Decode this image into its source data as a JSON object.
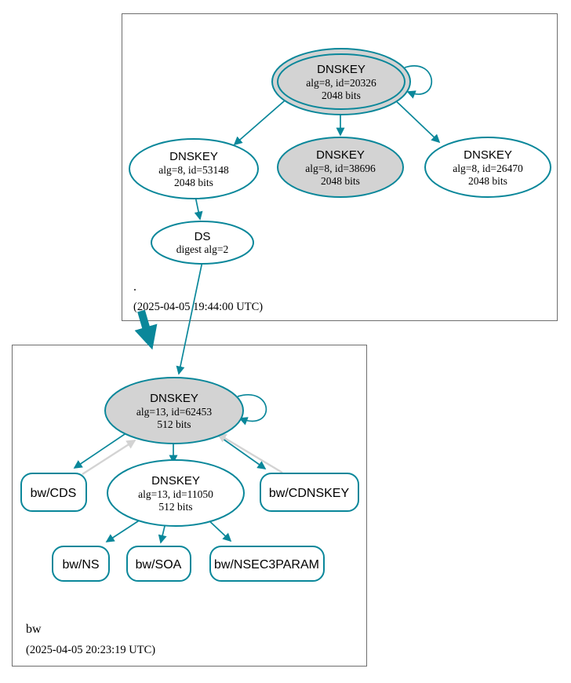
{
  "colors": {
    "secure_teal": "#0a879a",
    "node_gray_fill": "#d3d3d3",
    "gray_edge": "#d3d3d3",
    "cluster_border": "#6e6e6e"
  },
  "zones": {
    "root": {
      "name": ".",
      "timestamp": "(2025-04-05 19:44:00 UTC)"
    },
    "bw": {
      "name": "bw",
      "timestamp": "(2025-04-05 20:23:19 UTC)"
    }
  },
  "nodes": {
    "root_ksk_20326": {
      "label": "DNSKEY",
      "detail": "alg=8, id=20326",
      "size": "2048 bits"
    },
    "root_zsk_53148": {
      "label": "DNSKEY",
      "detail": "alg=8, id=53148",
      "size": "2048 bits"
    },
    "root_key_38696": {
      "label": "DNSKEY",
      "detail": "alg=8, id=38696",
      "size": "2048 bits"
    },
    "root_key_26470": {
      "label": "DNSKEY",
      "detail": "alg=8, id=26470",
      "size": "2048 bits"
    },
    "root_ds": {
      "label": "DS",
      "detail": "digest alg=2"
    },
    "bw_ksk_62453": {
      "label": "DNSKEY",
      "detail": "alg=13, id=62453",
      "size": "512 bits"
    },
    "bw_zsk_11050": {
      "label": "DNSKEY",
      "detail": "alg=13, id=11050",
      "size": "512 bits"
    },
    "bw_cds": {
      "label": "bw/CDS"
    },
    "bw_cdnskey": {
      "label": "bw/CDNSKEY"
    },
    "bw_ns": {
      "label": "bw/NS"
    },
    "bw_soa": {
      "label": "bw/SOA"
    },
    "bw_nsec3param": {
      "label": "bw/NSEC3PARAM"
    }
  }
}
